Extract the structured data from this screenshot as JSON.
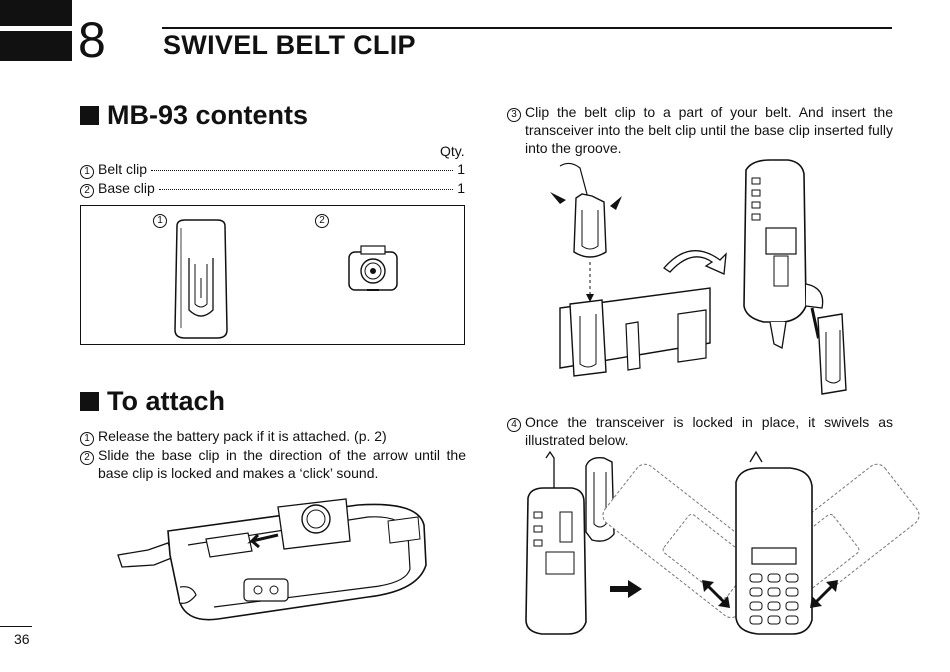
{
  "header": {
    "chapter_number": "8",
    "title": "SWIVEL BELT CLIP"
  },
  "contents": {
    "heading": "MB-93 contents",
    "qty_label": "Qty.",
    "items": [
      {
        "marker": "1",
        "name": "Belt clip",
        "qty": "1"
      },
      {
        "marker": "2",
        "name": "Base clip",
        "qty": "1"
      }
    ],
    "figure_markers": [
      "1",
      "2"
    ]
  },
  "attach": {
    "heading": "To attach",
    "steps": [
      {
        "marker": "1",
        "text": "Release the battery pack if it is attached. (p. 2)"
      },
      {
        "marker": "2",
        "text": "Slide the base clip in the direction of the arrow until the base clip is locked and makes a ‘click’ sound."
      },
      {
        "marker": "3",
        "text": "Clip the belt clip to a part of your belt. And insert the transceiver into the belt clip until the base clip inserted fully into the groove."
      },
      {
        "marker": "4",
        "text": "Once the transceiver is locked in place, it swivels as illustrated below."
      }
    ]
  },
  "footer": {
    "page_number": "36"
  }
}
